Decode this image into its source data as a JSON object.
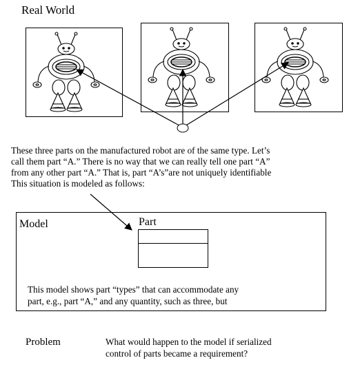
{
  "title": "Real World",
  "description": [
    "These three parts on the manufactured robot are of the same type.  Let’s",
    "call them part “A.”  There is no way that we can really tell one part “A”",
    "from any other part “A.”  That is, part “A’s”are not uniquely identifiable",
    "This situation is modeled as follows:"
  ],
  "model": {
    "label": "Model",
    "class_name": "Part",
    "note": [
      "This model shows part “types” that can accommodate any",
      "part, e.g., part “A,” and any quantity, such as three, but"
    ]
  },
  "problem": {
    "label": "Problem",
    "text": [
      "What would happen to the model if serialized",
      "control of parts became a requirement?"
    ]
  }
}
